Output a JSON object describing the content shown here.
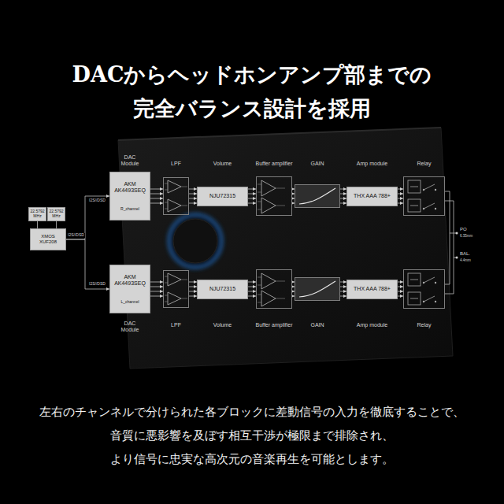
{
  "diagram": {
    "title": "DACからヘッドホンアンプ部までの 完全バランス設計を採用",
    "caption": "左右のチャンネルで分けられた各ブロックに差動信号の入力を徹底することで、 音質に悪影響を及ぼす相互干渉が極限まで排除され、 より信号に忠実な高次元の音楽再生を可能とします。",
    "nodes": [
      {
        "text": [
          "22.5792 MHz"
        ]
      },
      {
        "text": [
          "22.5792 MHz"
        ]
      },
      {
        "text": [
          "XMOS XUF208"
        ]
      },
      {
        "text": [
          "DAC Module",
          "AKM AK4493SEQ",
          "R_channel"
        ]
      },
      {
        "text": [
          "LPF"
        ]
      },
      {
        "text": [
          "Volume",
          "NJU72315"
        ]
      },
      {
        "text": [
          "Buffer amplifier"
        ]
      },
      {
        "text": [
          "GAIN"
        ]
      },
      {
        "text": [
          "Amp module",
          "THX AAA 788+"
        ]
      },
      {
        "text": [
          "Relay"
        ]
      },
      {
        "text": [
          "AKM AK4493SEQ",
          "L_channel",
          "DAC Module"
        ]
      },
      {
        "text": [
          "LPF"
        ]
      },
      {
        "text": [
          "NJU72315",
          "Volume"
        ]
      },
      {
        "text": [
          "Buffer amplifier"
        ]
      },
      {
        "text": [
          "GAIN"
        ]
      },
      {
        "text": [
          "THX AAA 788+",
          "Amp module"
        ]
      },
      {
        "text": [
          "Relay"
        ]
      }
    ],
    "edges": [
      {
        "from": 0,
        "to": 2,
        "arrow": "none"
      },
      {
        "from": 1,
        "to": 2,
        "arrow": "none"
      },
      {
        "from": 2,
        "to": 3,
        "label": "I2S//DSD",
        "arrow": "to"
      },
      {
        "from": 2,
        "to": 10,
        "label": "I2S//DSD",
        "arrow": "to"
      },
      {
        "from": 3,
        "to": 4,
        "arrow": "to"
      },
      {
        "from": 4,
        "to": 5,
        "arrow": "to"
      },
      {
        "from": 5,
        "to": 6,
        "arrow": "to"
      },
      {
        "from": 6,
        "to": 7,
        "arrow": "to"
      },
      {
        "from": 7,
        "to": 8,
        "arrow": "to"
      },
      {
        "from": 8,
        "to": 9,
        "arrow": "to"
      },
      {
        "from": 10,
        "to": 11,
        "arrow": "to"
      },
      {
        "from": 11,
        "to": 12,
        "arrow": "to"
      },
      {
        "from": 12,
        "to": 13,
        "arrow": "to"
      },
      {
        "from": 13,
        "to": 14,
        "arrow": "to"
      },
      {
        "from": 14,
        "to": 15,
        "arrow": "to"
      },
      {
        "from": 15,
        "to": 16,
        "arrow": "to"
      }
    ],
    "labels": [
      "I2S//DSD",
      "PO",
      "6.35mm",
      "BAL.",
      "4.4mm"
    ]
  }
}
